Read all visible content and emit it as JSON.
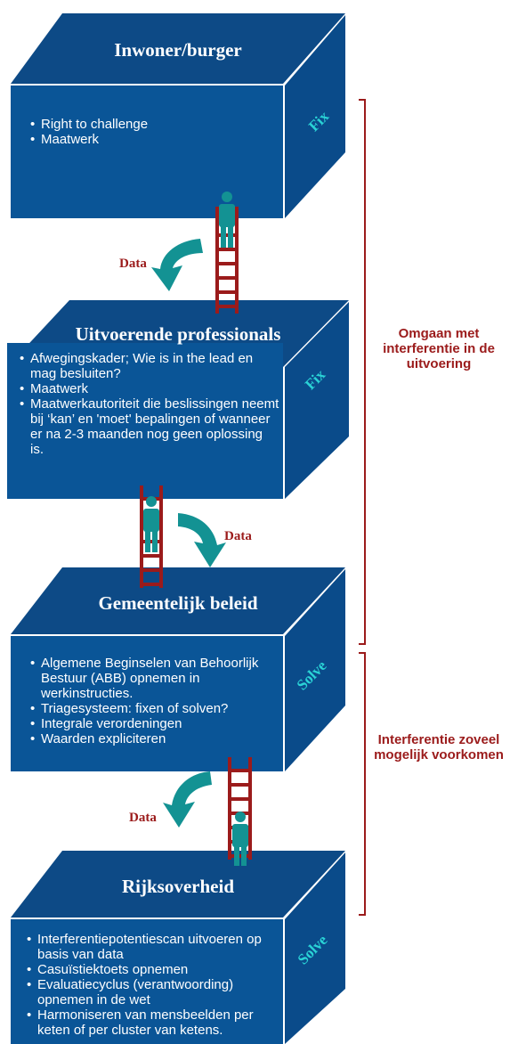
{
  "blocks": [
    {
      "title": "Inwoner/burger",
      "side_label": "Fix",
      "items": [
        "Right to challenge",
        "Maatwerk"
      ]
    },
    {
      "title": "Uitvoerende professionals",
      "side_label": "Fix",
      "items": [
        "Afwegingskader; Wie is in the lead en mag besluiten?",
        "Maatwerk",
        "Maatwerkautoriteit die beslissingen neemt bij ‘kan’ en 'moet' bepalingen of wanneer er na 2-3 maanden nog geen oplossing is."
      ]
    },
    {
      "title": "Gemeentelijk beleid",
      "side_label": "Solve",
      "items": [
        "Algemene Beginselen van Behoorlijk Bestuur (ABB) opnemen in werkinstructies.",
        "Triagesysteem: fixen of solven?",
        "Integrale verordeningen",
        "Waarden expliciteren"
      ]
    },
    {
      "title": "Rijksoverheid",
      "side_label": "Solve",
      "items": [
        "Interferentiepotentiescan uitvoeren op basis van data",
        "Casuïstiektoets opnemen",
        "Evaluatiecyclus (verantwoording) opnemen in de wet",
        "Harmoniseren van mensbeelden per keten of per cluster van ketens."
      ]
    }
  ],
  "connectors": [
    {
      "label": "Data"
    },
    {
      "label": "Data"
    },
    {
      "label": "Data"
    }
  ],
  "brackets": [
    {
      "label": "Omgaan met interferentie in de uitvoering"
    },
    {
      "label": "Interferentie zoveel mogelijk voorkomen"
    }
  ],
  "colors": {
    "block_top": "#0d4a86",
    "block_front": "#0a5597",
    "block_side": "#0a4b8a",
    "side_text": "#2ad3d6",
    "arrow": "#139293",
    "ladder": "#9b1b1b",
    "person": "#139293",
    "bracket": "#9b1b1b"
  }
}
